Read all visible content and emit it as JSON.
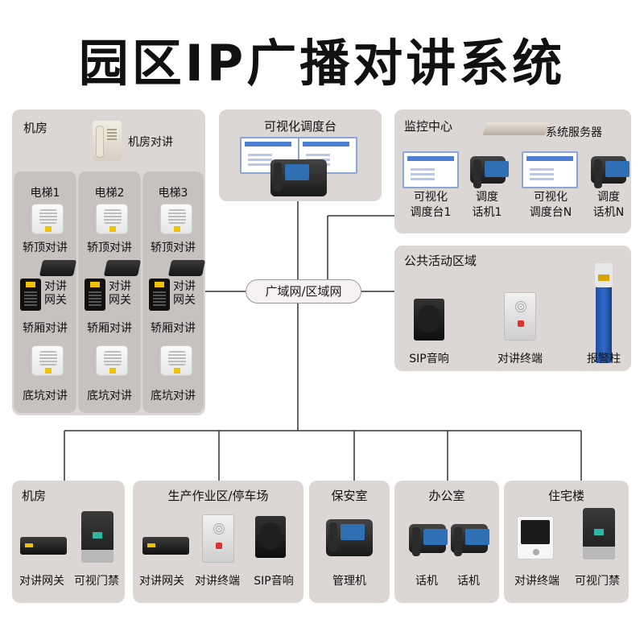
{
  "title": "园区IP广播对讲系统",
  "network_label": "广域网/区域网",
  "machine_room_top": {
    "label": "机房",
    "device": "机房对讲",
    "elevators": [
      {
        "name": "电梯1",
        "top": "轿顶对讲",
        "gateway": "对讲\n网关",
        "car": "轿厢对讲",
        "pit": "底坑对讲"
      },
      {
        "name": "电梯2",
        "top": "轿顶对讲",
        "gateway": "对讲\n网关",
        "car": "轿厢对讲",
        "pit": "底坑对讲"
      },
      {
        "name": "电梯3",
        "top": "轿顶对讲",
        "gateway": "对讲\n网关",
        "car": "轿厢对讲",
        "pit": "底坑对讲"
      }
    ]
  },
  "console_panel": {
    "label": "可视化调度台"
  },
  "monitor_center": {
    "label": "监控中心",
    "server": "系统服务器",
    "items": [
      "可视化\n调度台1",
      "调度\n话机1",
      "可视化\n调度台N",
      "调度\n话机N"
    ]
  },
  "public_area": {
    "label": "公共活动区域",
    "items": [
      "SIP音响",
      "对讲终端",
      "报警柱"
    ]
  },
  "bottom_panels": [
    {
      "label": "机房",
      "items": [
        "对讲网关",
        "可视门禁"
      ]
    },
    {
      "label": "生产作业区/停车场",
      "items": [
        "对讲网关",
        "对讲终端",
        "SIP音响"
      ]
    },
    {
      "label": "保安室",
      "items": [
        "管理机"
      ]
    },
    {
      "label": "办公室",
      "items": [
        "话机",
        "话机"
      ]
    },
    {
      "label": "住宅楼",
      "items": [
        "对讲终端",
        "可视门禁"
      ]
    }
  ]
}
